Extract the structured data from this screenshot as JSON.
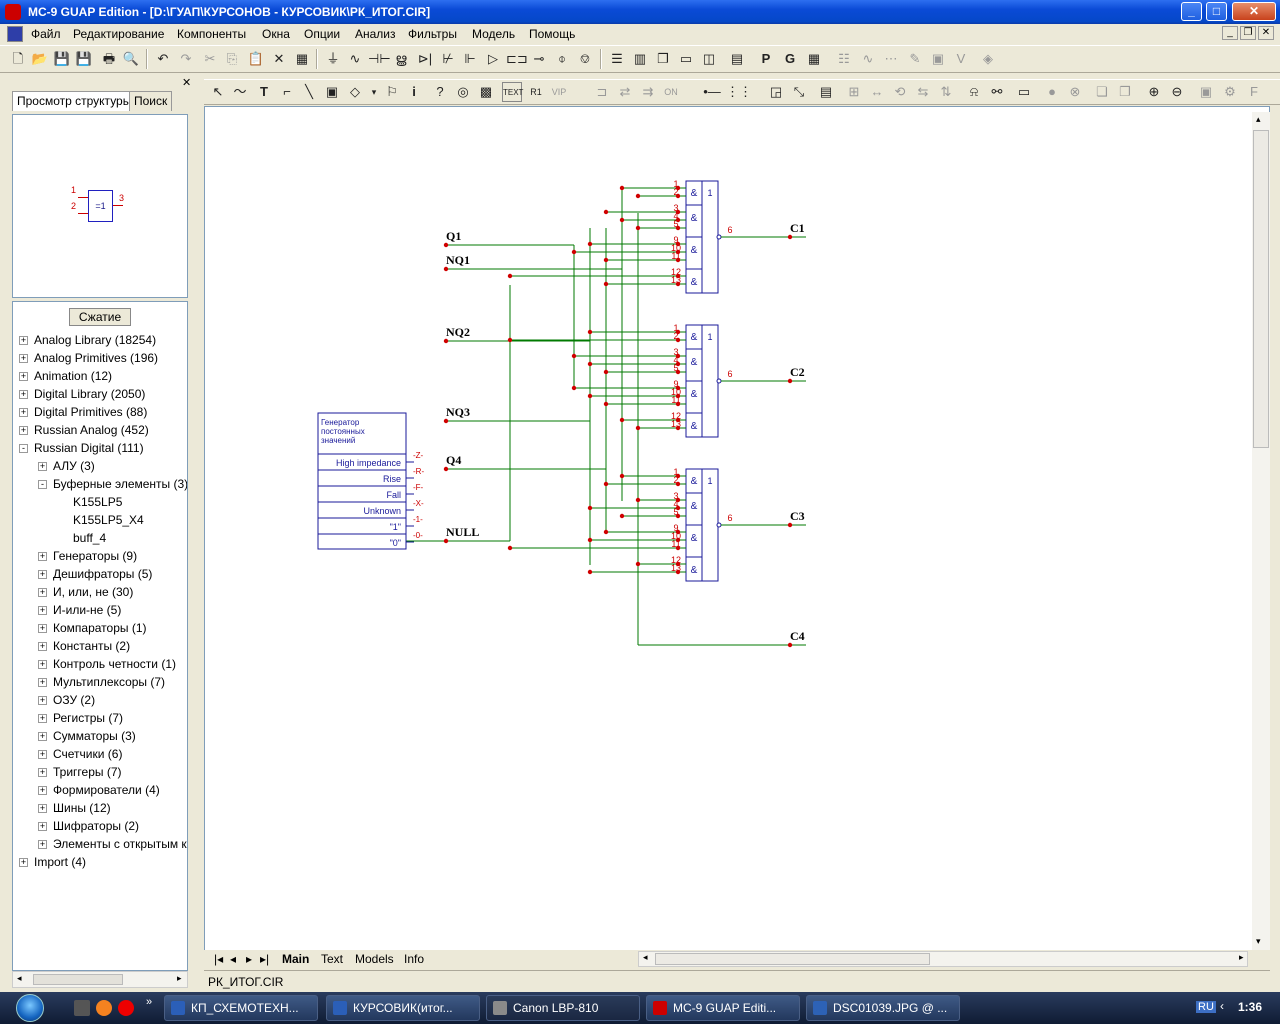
{
  "window": {
    "title": "MC-9 GUAP Edition - [D:\\ГУАП\\КУРСОНОВ - КУРСОВИК\\РК_ИТОГ.CIR]"
  },
  "menu": [
    "Файл",
    "Редактирование",
    "Компоненты",
    "Окна",
    "Опции",
    "Анализ",
    "Фильтры",
    "Модель",
    "Помощь"
  ],
  "left_panel": {
    "tabs": [
      "Просмотр структуры",
      "Поиск"
    ],
    "preview": {
      "chip_label": "=1",
      "pins": [
        "1",
        "2",
        "3"
      ]
    },
    "collapse_button": "Сжатие",
    "tree": [
      {
        "label": "Analog Library (18254)",
        "level": 0,
        "toggle": "+"
      },
      {
        "label": "Analog Primitives (196)",
        "level": 0,
        "toggle": "+"
      },
      {
        "label": "Animation (12)",
        "level": 0,
        "toggle": "+"
      },
      {
        "label": "Digital Library (2050)",
        "level": 0,
        "toggle": "+"
      },
      {
        "label": "Digital Primitives (88)",
        "level": 0,
        "toggle": "+"
      },
      {
        "label": "Russian Analog (452)",
        "level": 0,
        "toggle": "+"
      },
      {
        "label": "Russian Digital (111)",
        "level": 0,
        "toggle": "-"
      },
      {
        "label": "АЛУ (3)",
        "level": 1,
        "toggle": "+"
      },
      {
        "label": "Буферные элементы (3)",
        "level": 1,
        "toggle": "-"
      },
      {
        "label": "K155LP5",
        "level": 2,
        "toggle": ""
      },
      {
        "label": "K155LP5_X4",
        "level": 2,
        "toggle": ""
      },
      {
        "label": "buff_4",
        "level": 2,
        "toggle": ""
      },
      {
        "label": "Генераторы (9)",
        "level": 1,
        "toggle": "+"
      },
      {
        "label": "Дешифраторы (5)",
        "level": 1,
        "toggle": "+"
      },
      {
        "label": "И, или, не (30)",
        "level": 1,
        "toggle": "+"
      },
      {
        "label": "И-или-не (5)",
        "level": 1,
        "toggle": "+"
      },
      {
        "label": "Компараторы (1)",
        "level": 1,
        "toggle": "+"
      },
      {
        "label": "Константы (2)",
        "level": 1,
        "toggle": "+"
      },
      {
        "label": "Контроль четности (1)",
        "level": 1,
        "toggle": "+"
      },
      {
        "label": "Мультиплексоры (7)",
        "level": 1,
        "toggle": "+"
      },
      {
        "label": "ОЗУ (2)",
        "level": 1,
        "toggle": "+"
      },
      {
        "label": "Регистры (7)",
        "level": 1,
        "toggle": "+"
      },
      {
        "label": "Сумматоры (3)",
        "level": 1,
        "toggle": "+"
      },
      {
        "label": "Счетчики (6)",
        "level": 1,
        "toggle": "+"
      },
      {
        "label": "Триггеры (7)",
        "level": 1,
        "toggle": "+"
      },
      {
        "label": "Формирователи (4)",
        "level": 1,
        "toggle": "+"
      },
      {
        "label": "Шины (12)",
        "level": 1,
        "toggle": "+"
      },
      {
        "label": "Шифраторы (2)",
        "level": 1,
        "toggle": "+"
      },
      {
        "label": "Элементы с открытым к",
        "level": 1,
        "toggle": "+"
      },
      {
        "label": "Import (4)",
        "level": 0,
        "toggle": "+"
      }
    ]
  },
  "schematic": {
    "generator": {
      "title": "Генератор постоянных значений",
      "rows": [
        {
          "label": "High impedance",
          "pin": "-Z-"
        },
        {
          "label": "Rise",
          "pin": "-R-"
        },
        {
          "label": "Fall",
          "pin": "-F-"
        },
        {
          "label": "Unknown",
          "pin": "-X-"
        },
        {
          "label": "\"1\"",
          "pin": "-1-"
        },
        {
          "label": "\"0\"",
          "pin": "-0-"
        }
      ]
    },
    "inputs": [
      "Q1",
      "NQ1",
      "NQ2",
      "NQ3",
      "Q4",
      "NULL"
    ],
    "outputs": [
      "C1",
      "C2",
      "C3",
      "C4"
    ],
    "gate": {
      "and_symbol": "&",
      "or_symbol": "1",
      "out_pin": "6",
      "pins": [
        "1",
        "2",
        "3",
        "4",
        "5",
        "9",
        "10",
        "11",
        "12",
        "13"
      ]
    },
    "colors": {
      "wire": "#007a00",
      "node": "#d00000",
      "component": "#1a1a9a",
      "pin_text": "#cc0000"
    }
  },
  "bottom_tabs": [
    "Main",
    "Text",
    "Models",
    "Info"
  ],
  "status": {
    "filename": "РК_ИТОГ.CIR"
  },
  "taskbar": {
    "tasks": [
      "КП_СХЕМОТЕХН...",
      "КУРСОВИК(итог...",
      "Canon LBP-810",
      "MC-9 GUAP Editi...",
      "DSC01039.JPG @ ..."
    ],
    "language": "RU",
    "clock": "1:36"
  }
}
